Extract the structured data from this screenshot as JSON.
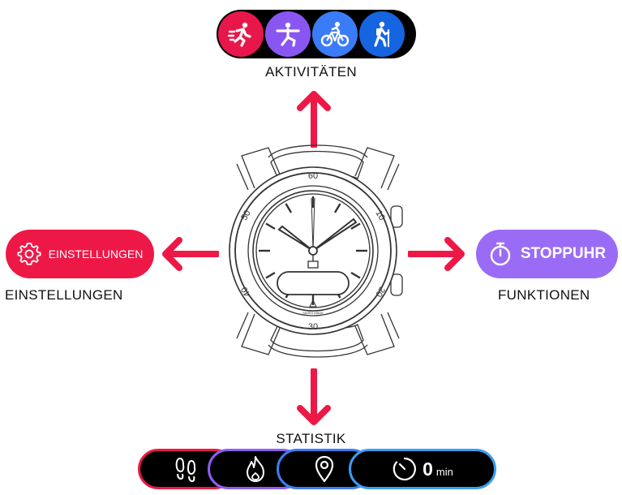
{
  "activities": {
    "label": "AKTIVITÄTEN",
    "icons": [
      {
        "icon": "running-icon",
        "color": "#e8174b"
      },
      {
        "icon": "yoga-icon",
        "color": "#8a56f2"
      },
      {
        "icon": "cycling-icon",
        "color": "#3a7cf5"
      },
      {
        "icon": "hiking-icon",
        "color": "#1565e0"
      }
    ]
  },
  "settings": {
    "button_label": "EINSTELLUNGEN",
    "label": "EINSTELLUNGEN",
    "color": "#ee1846",
    "icon": "gear-icon"
  },
  "functions": {
    "button_label": "STOPPUHR",
    "label": "FUNKTIONEN",
    "color": "#9a6cf6",
    "icon": "stopwatch-icon"
  },
  "statistics": {
    "label": "STATISTIK",
    "items": [
      {
        "icon": "footsteps-icon",
        "border": "#e81a43"
      },
      {
        "icon": "flame-icon",
        "border": "#8d5ff2"
      },
      {
        "icon": "location-pin-icon",
        "border": "#3d7df2"
      },
      {
        "icon": "timer-icon",
        "border": "#3d9cf2",
        "value": "0",
        "unit": "min"
      }
    ]
  },
  "watch": {
    "bezel_numbers": [
      "60",
      "10",
      "20",
      "30",
      "40",
      "50"
    ],
    "dial_text": "SWISS MADE"
  },
  "arrow_color": "#ee1846"
}
